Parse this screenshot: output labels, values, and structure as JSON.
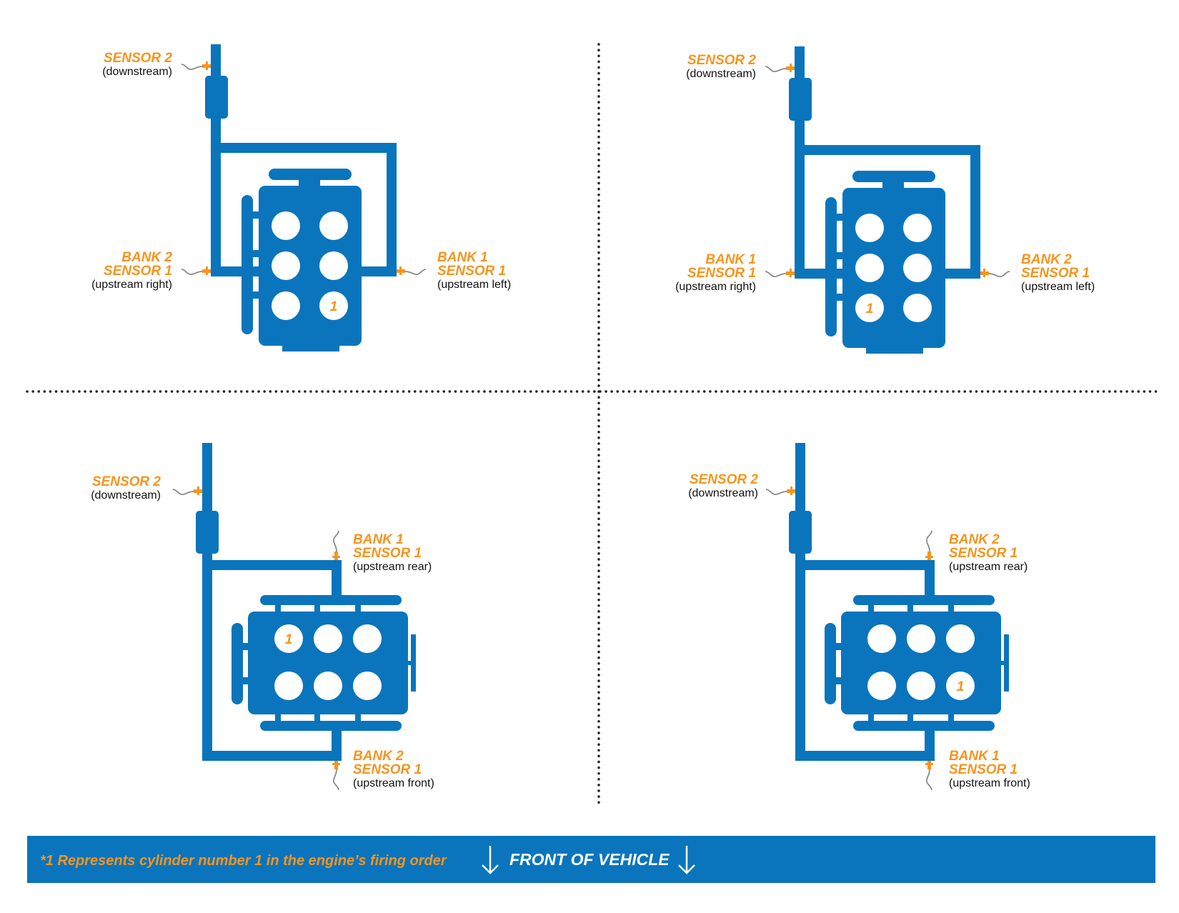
{
  "colors": {
    "engine_blue": "#0A75BC",
    "label_orange": "#F7941D",
    "sensor_wire": "#8A8A8A",
    "divider": "#222222"
  },
  "panels": [
    {
      "id": "top-left",
      "layout": "vertical-engine",
      "sensor2": {
        "name": "SENSOR 2",
        "desc": "(downstream)"
      },
      "left_upstream": {
        "bank": "BANK 2",
        "sensor": "SENSOR 1",
        "desc": "(upstream right)"
      },
      "right_upstream": {
        "bank": "BANK 1",
        "sensor": "SENSOR 1",
        "desc": "(upstream left)"
      },
      "cylinder1_label": "1"
    },
    {
      "id": "top-right",
      "layout": "vertical-engine",
      "sensor2": {
        "name": "SENSOR 2",
        "desc": "(downstream)"
      },
      "left_upstream": {
        "bank": "BANK 1",
        "sensor": "SENSOR 1",
        "desc": "(upstream right)"
      },
      "right_upstream": {
        "bank": "BANK 2",
        "sensor": "SENSOR 1",
        "desc": "(upstream left)"
      },
      "cylinder1_label": "1"
    },
    {
      "id": "bottom-left",
      "layout": "horizontal-engine",
      "sensor2": {
        "name": "SENSOR 2",
        "desc": "(downstream)"
      },
      "rear_upstream": {
        "bank": "BANK 1",
        "sensor": "SENSOR 1",
        "desc": "(upstream rear)"
      },
      "front_upstream": {
        "bank": "BANK 2",
        "sensor": "SENSOR 1",
        "desc": "(upstream front)"
      },
      "cylinder1_label": "1"
    },
    {
      "id": "bottom-right",
      "layout": "horizontal-engine",
      "sensor2": {
        "name": "SENSOR 2",
        "desc": "(downstream)"
      },
      "rear_upstream": {
        "bank": "BANK 2",
        "sensor": "SENSOR 1",
        "desc": "(upstream rear)"
      },
      "front_upstream": {
        "bank": "BANK 1",
        "sensor": "SENSOR 1",
        "desc": "(upstream front)"
      },
      "cylinder1_label": "1"
    }
  ],
  "footer": {
    "note": "*1 Represents cylinder number 1 in the engine’s firing order",
    "front_label": "FRONT OF VEHICLE",
    "arrow_icon": "down-arrow-icon"
  }
}
